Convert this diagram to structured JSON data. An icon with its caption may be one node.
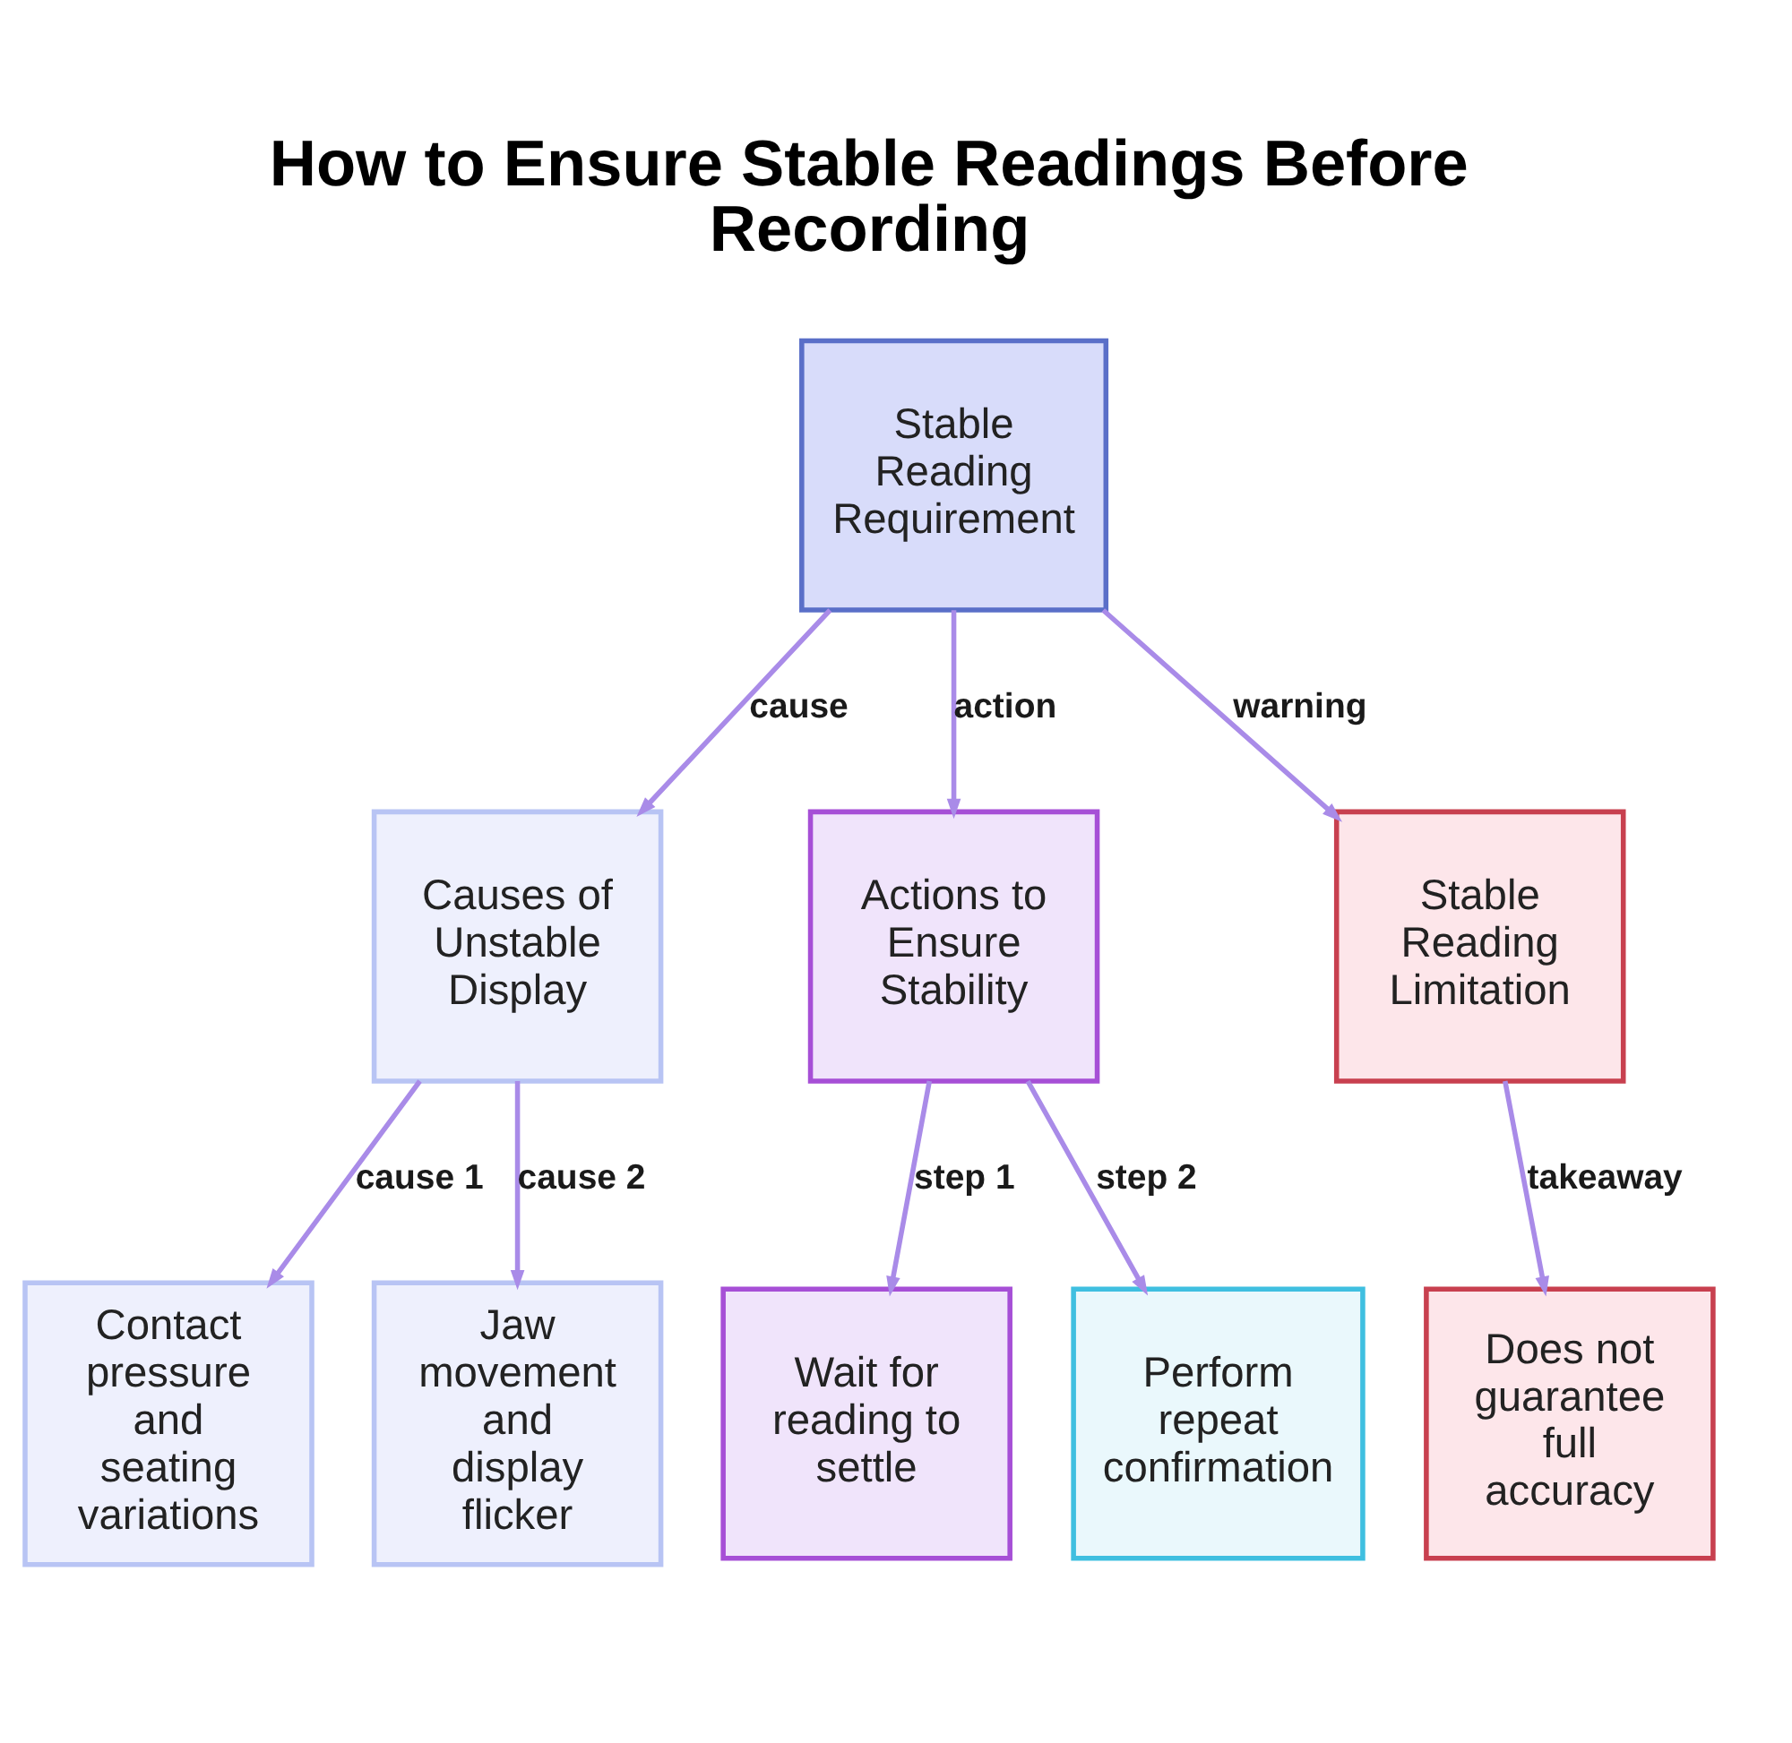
{
  "diagram": {
    "title": "How to Ensure Stable Readings Before Recording",
    "nodes": [
      {
        "text": [
          "Stable Reading Requirement"
        ]
      },
      {
        "text": [
          "Causes of Unstable Display"
        ]
      },
      {
        "text": [
          "Actions to Ensure Stability"
        ]
      },
      {
        "text": [
          "Stable Reading Limitation"
        ]
      },
      {
        "text": [
          "Contact pressure and seating variations"
        ]
      },
      {
        "text": [
          "Jaw movement and display flicker"
        ]
      },
      {
        "text": [
          "Wait for reading to settle"
        ]
      },
      {
        "text": [
          "Perform repeat confirmation"
        ]
      },
      {
        "text": [
          "Does not guarantee full accuracy"
        ]
      }
    ],
    "edges": [
      {
        "from": 0,
        "to": 1,
        "arrow": "to",
        "label": "cause"
      },
      {
        "from": 0,
        "to": 2,
        "arrow": "to",
        "label": "action"
      },
      {
        "from": 0,
        "to": 3,
        "arrow": "to",
        "label": "warning"
      },
      {
        "from": 1,
        "to": 4,
        "arrow": "to",
        "label": "cause 1"
      },
      {
        "from": 1,
        "to": 5,
        "arrow": "to",
        "label": "cause 2"
      },
      {
        "from": 2,
        "to": 6,
        "arrow": "to",
        "label": "step 1"
      },
      {
        "from": 2,
        "to": 7,
        "arrow": "to",
        "label": "step 2"
      },
      {
        "from": 3,
        "to": 8,
        "arrow": "to",
        "label": "takeaway"
      }
    ]
  }
}
